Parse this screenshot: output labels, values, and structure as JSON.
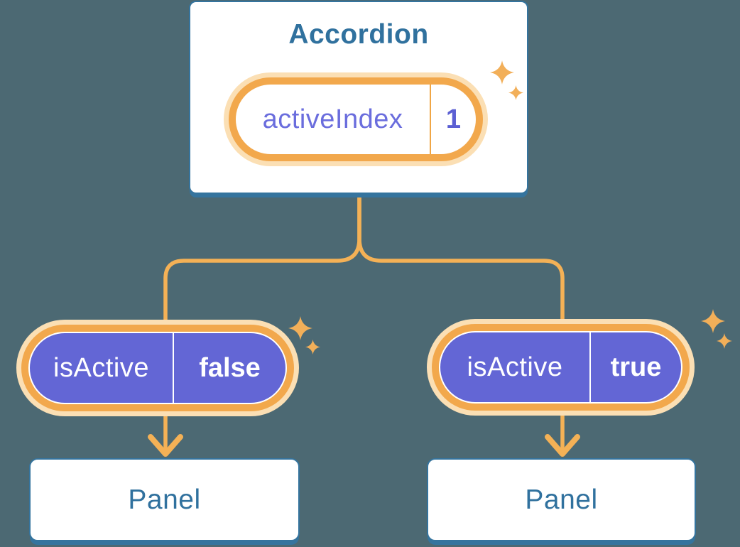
{
  "diagram": {
    "accordion": {
      "title": "Accordion",
      "state": {
        "label": "activeIndex",
        "value": "1"
      }
    },
    "panels": [
      {
        "prop": {
          "label": "isActive",
          "value": "false"
        },
        "title": "Panel"
      },
      {
        "prop": {
          "label": "isActive",
          "value": "true"
        },
        "title": "Panel"
      }
    ]
  },
  "icons": {
    "sparkle": "four-point-star"
  },
  "colors": {
    "background": "#4C6973",
    "card_fill": "#FFFFFF",
    "card_border": "#35749E",
    "card_text": "#30719E",
    "connector": "#F4B156",
    "pill_ring": "#F2A84C",
    "pill_glow": "#FBDFB4",
    "state_pill_fill": "#FFFFFF",
    "state_text": "#6A6DDD",
    "state_value_text": "#5B5FD3",
    "prop_pill_fill": "#6366D5",
    "prop_text": "#FFFFFF",
    "sparkle": "#F2AF59"
  }
}
